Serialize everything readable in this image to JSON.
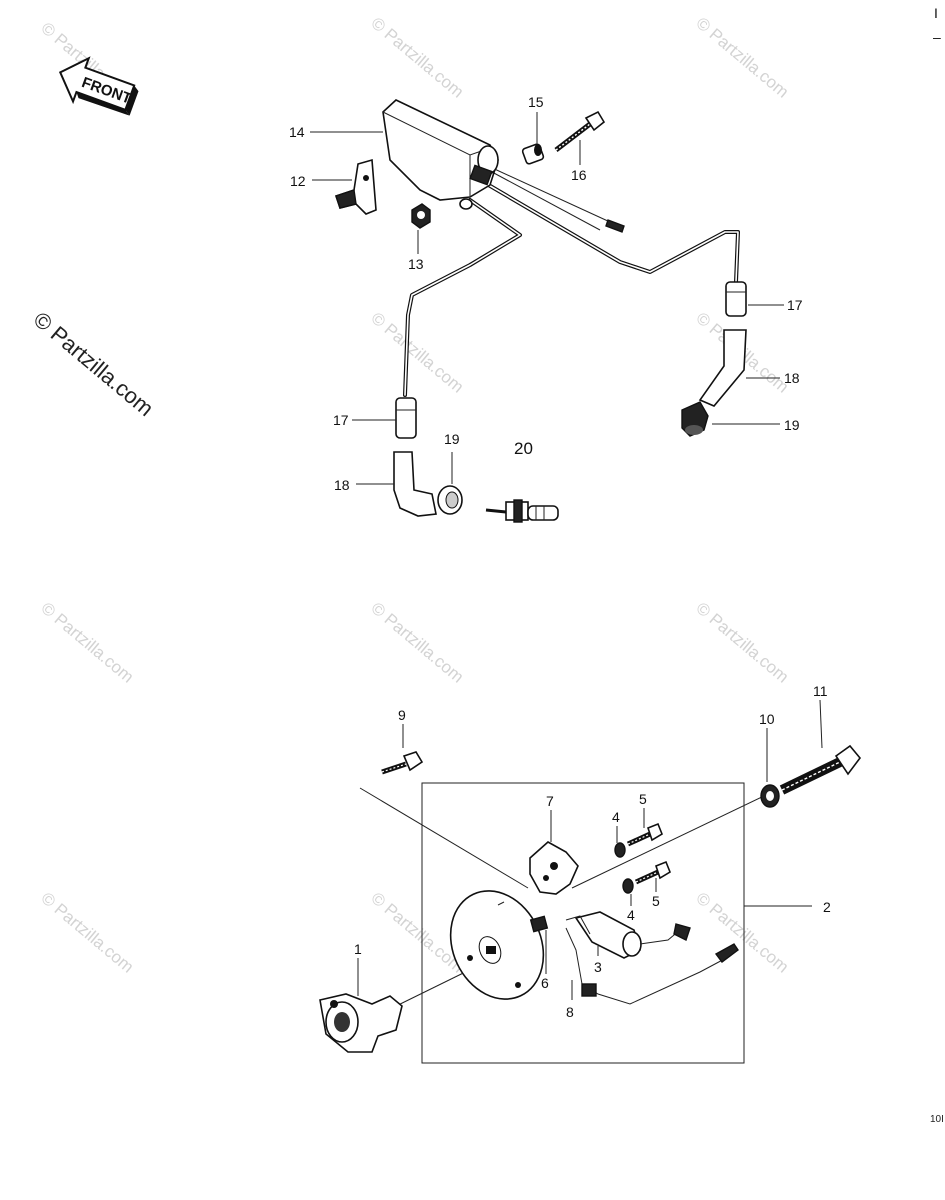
{
  "front_arrow": {
    "label": "FRONT"
  },
  "watermark": {
    "text": "© Partzilla.com"
  },
  "corner": {
    "top_mark": "I",
    "top_dash": "–",
    "bottom_code": "10I"
  },
  "labels": {
    "p1": "1",
    "p2": "2",
    "p3": "3",
    "p4a": "4",
    "p4b": "4",
    "p5a": "5",
    "p5b": "5",
    "p6": "6",
    "p7": "7",
    "p8": "8",
    "p9": "9",
    "p10": "10",
    "p11": "11",
    "p12": "12",
    "p13": "13",
    "p14": "14",
    "p15": "15",
    "p16": "16",
    "p17a": "17",
    "p17b": "17",
    "p18a": "18",
    "p18b": "18",
    "p19a": "19",
    "p19b": "19",
    "p20": "20"
  }
}
